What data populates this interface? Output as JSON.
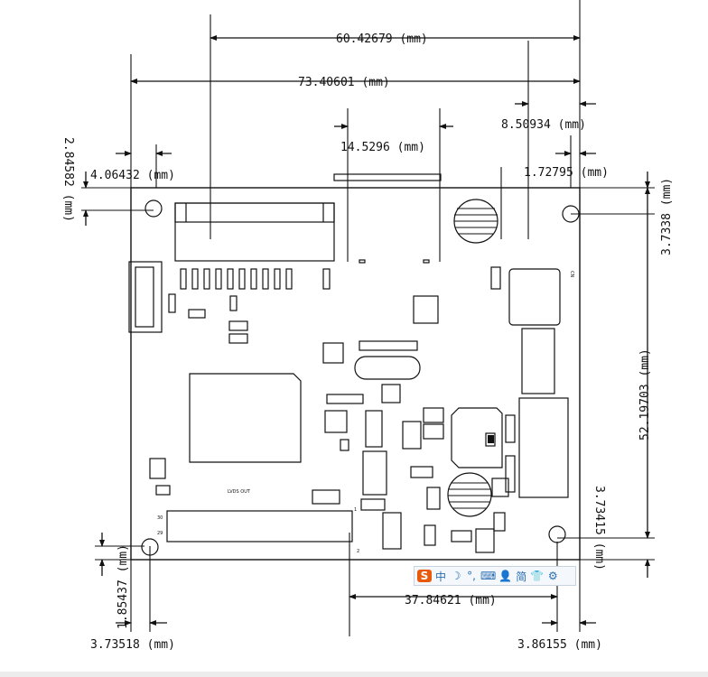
{
  "dimensions": {
    "top_width": "60.42679 (mm)",
    "overall_width": "73.40601 (mm)",
    "connector_width": "14.5296 (mm)",
    "right_offset_top": "8.50934 (mm)",
    "right_edge_offset": "1.72795 (mm)",
    "left_hole_offset": "4.06432 (mm)",
    "left_vertical": "2.84582 (mm)",
    "right_vertical_top": "3.7338 (mm)",
    "hole_spacing_vertical": "52.19703 (mm)",
    "right_vertical_bottom": "3.73415 (mm)",
    "bottom_left_vertical": "1.85437 (mm)",
    "bottom_span": "37.84621 (mm)",
    "bottom_left_horizontal": "3.73518 (mm)",
    "bottom_right_horizontal": "3.86155 (mm)"
  },
  "silkscreen": {
    "lvds_out": "LVDS OUT",
    "pin_30": "30",
    "pin_29": "29",
    "pin_1": "1",
    "pin_2": "2",
    "cn": "CN"
  },
  "ime_toolbar": {
    "logo": "S",
    "chinese": "中",
    "moon": "☽",
    "punct": "°,",
    "keyboard": "⌨",
    "user": "👤",
    "simplified": "简",
    "shirt": "👕",
    "settings": "⚙"
  },
  "colors": {
    "line": "#111111",
    "toolbar_accent": "#2a6fb4"
  }
}
